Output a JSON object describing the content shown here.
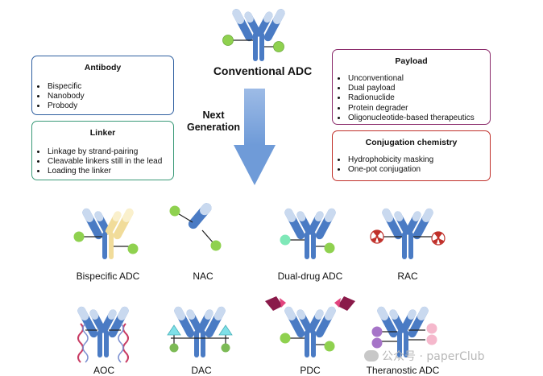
{
  "header": {
    "title": "Conventional ADC"
  },
  "arrow": {
    "label_line1": "Next",
    "label_line2": "Generation"
  },
  "boxes": {
    "antibody": {
      "title": "Antibody",
      "items": [
        "Bispecific",
        "Nanobody",
        "Probody"
      ],
      "color": "#2f5fa0"
    },
    "linker": {
      "title": "Linker",
      "items": [
        "Linkage by strand-pairing",
        "Cleavable linkers still in the lead",
        "Loading the linker"
      ],
      "color": "#3a9a78"
    },
    "payload": {
      "title": "Payload",
      "items": [
        "Unconventional",
        "Dual payload",
        "Radionuclide",
        "Protein degrader",
        "Oligonucleotide-based therapeutics"
      ],
      "color": "#8a2a6a"
    },
    "conjugation": {
      "title": "Conjugation chemistry",
      "items": [
        "Hydrophobicity masking",
        "One-pot conjugation"
      ],
      "color": "#c0302a"
    }
  },
  "modalities": {
    "bispecific": "Bispecific ADC",
    "nac": "NAC",
    "dual_drug": "Dual-drug ADC",
    "rac": "RAC",
    "aoc": "AOC",
    "dac": "DAC",
    "pdc": "PDC",
    "theranostic": "Theranostic ADC"
  },
  "watermark": {
    "text": "公众号 · paperClub"
  },
  "colors": {
    "antibody_blue": "#4a7bc4",
    "antibody_light": "#c9d9ef",
    "payload_green": "#8fd14f",
    "arrow_blue": "#6f9bd8"
  }
}
